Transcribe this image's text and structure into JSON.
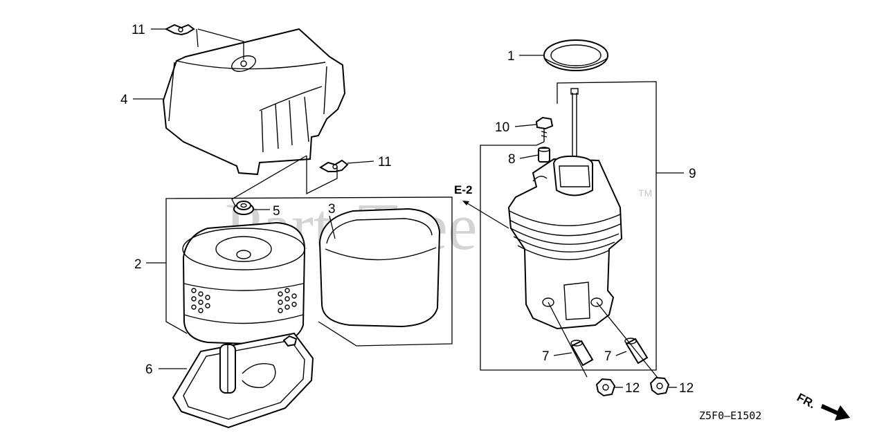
{
  "watermark": {
    "text": "PartsTree",
    "trademark": "TM"
  },
  "callouts": {
    "c1": "1",
    "c2": "2",
    "c3": "3",
    "c4": "4",
    "c5": "5",
    "c6": "6",
    "c7a": "7",
    "c7b": "7",
    "c8": "8",
    "c9": "9",
    "c10": "10",
    "c11a": "11",
    "c11b": "11",
    "c12a": "12",
    "c12b": "12"
  },
  "reference": "E-2",
  "direction_label": "FR.",
  "diagram_code": "Z5F0—E1502",
  "colors": {
    "line": "#000000",
    "watermark": "#d4d4d4"
  }
}
